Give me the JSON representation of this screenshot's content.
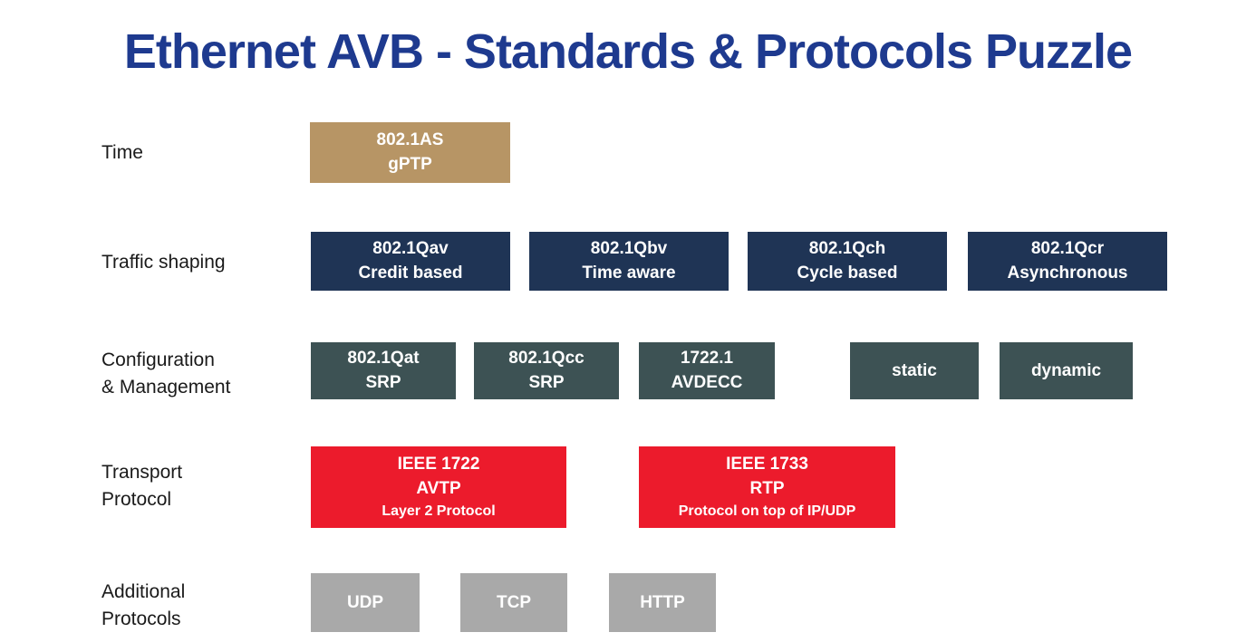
{
  "page": {
    "title": "Ethernet AVB - Standards & Protocols Puzzle"
  },
  "colors": {
    "title_blue": "#1e3a8f",
    "time_box": "#b79565",
    "traffic_shaping_box": "#1f3455",
    "config_mgmt_box": "#3d5254",
    "transport_box": "#ec1b2c",
    "additional_box": "#a9a9a9",
    "box_text": "#ffffff",
    "label_text": "#1a1a1a",
    "background": "#ffffff"
  },
  "rows": [
    {
      "label_lines": [
        "Time"
      ],
      "boxes": [
        {
          "lines": [
            "802.1AS",
            "gPTP"
          ]
        }
      ]
    },
    {
      "label_lines": [
        "Traffic shaping"
      ],
      "boxes": [
        {
          "lines": [
            "802.1Qav",
            "Credit based"
          ]
        },
        {
          "lines": [
            "802.1Qbv",
            "Time aware"
          ]
        },
        {
          "lines": [
            "802.1Qch",
            "Cycle based"
          ]
        },
        {
          "lines": [
            "802.1Qcr",
            "Asynchronous"
          ]
        }
      ]
    },
    {
      "label_lines": [
        "Configuration",
        "& Management"
      ],
      "boxes": [
        {
          "lines": [
            "802.1Qat",
            "SRP"
          ]
        },
        {
          "lines": [
            "802.1Qcc",
            "SRP"
          ]
        },
        {
          "lines": [
            "1722.1",
            "AVDECC"
          ]
        },
        {
          "lines": [
            "static"
          ]
        },
        {
          "lines": [
            "dynamic"
          ]
        }
      ]
    },
    {
      "label_lines": [
        "Transport",
        "Protocol"
      ],
      "boxes": [
        {
          "lines": [
            "IEEE 1722",
            "AVTP"
          ],
          "small_line": "Layer 2 Protocol"
        },
        {
          "lines": [
            "IEEE 1733",
            "RTP"
          ],
          "small_line": "Protocol on top of IP/UDP"
        }
      ]
    },
    {
      "label_lines": [
        "Additional",
        "Protocols"
      ],
      "boxes": [
        {
          "lines": [
            "UDP"
          ]
        },
        {
          "lines": [
            "TCP"
          ]
        },
        {
          "lines": [
            "HTTP"
          ]
        }
      ]
    }
  ]
}
